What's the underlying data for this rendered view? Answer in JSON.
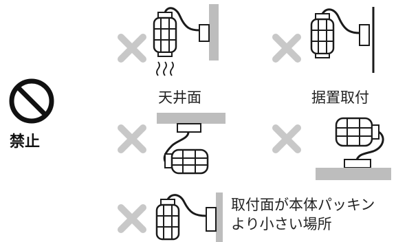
{
  "prohibit": {
    "label": "禁止",
    "icon": "prohibition-icon"
  },
  "cases": [
    {
      "id": "hot-wall",
      "mark": "cross-icon"
    },
    {
      "id": "thin-wall",
      "mark": "cross-icon"
    },
    {
      "id": "ceiling",
      "label": "天井面",
      "mark": "cross-icon"
    },
    {
      "id": "floor",
      "label": "据置取付",
      "mark": "cross-icon"
    },
    {
      "id": "small-surface",
      "label_line1": "取付面が本体パッキン",
      "label_line2": "より小さい場所",
      "mark": "cross-icon"
    }
  ],
  "colors": {
    "cross": "#c8c8c8",
    "surface": "#bdbdbd",
    "line": "#1a1a1a"
  }
}
